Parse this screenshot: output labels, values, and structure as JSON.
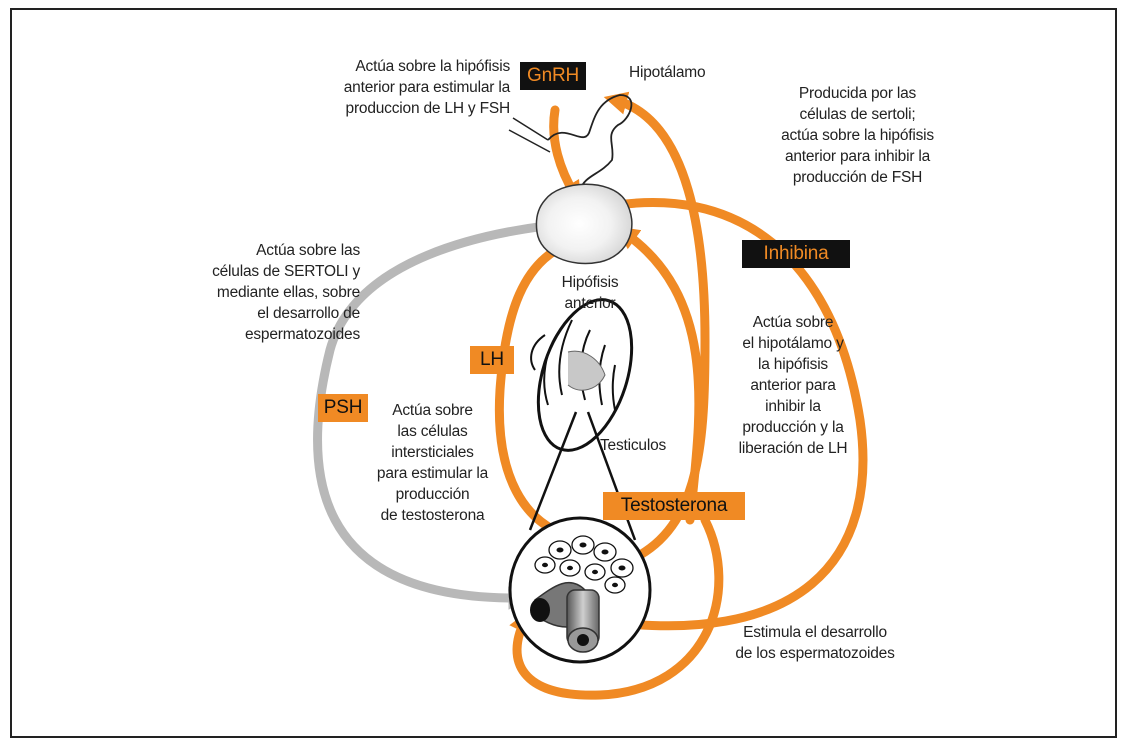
{
  "colors": {
    "orange": "#f08a24",
    "gray": "#b8b8b8",
    "black": "#111111"
  },
  "hormones": {
    "gnrh": "GnRH",
    "inhibina": "Inhibina",
    "lh": "LH",
    "fsh": "PSH",
    "testosterona": "Testosterona"
  },
  "organs": {
    "hipotalamo": "Hipotálamo",
    "hipofisis": [
      "Hipófisis",
      "anterior"
    ],
    "testiculos": "Testiculos"
  },
  "notes": {
    "gnrh": [
      "Actúa sobre la hipófisis",
      "anterior para estimular la",
      "produccion de LH y FSH"
    ],
    "inhibina": [
      "Producida por las",
      "células de sertoli;",
      "actúa sobre la hipófisis",
      "anterior para inhibir la",
      "producción de FSH"
    ],
    "fsh": [
      "Actúa sobre las",
      "células de SERTOLI y",
      "mediante ellas, sobre",
      "el desarrollo de",
      "espermatozoides"
    ],
    "lh": [
      "Actúa sobre",
      "las células",
      "intersticiales",
      "para estimular la",
      "producción",
      "de testosterona"
    ],
    "testosterona_feedback": [
      "Actúa sobre",
      "el hipotálamo y",
      "la hipófisis",
      "anterior para",
      "inhibir la",
      "producción y la",
      "liberación de LH"
    ],
    "testosterona_local": [
      "Estimula el desarrollo",
      "de los espermatozoides"
    ]
  }
}
